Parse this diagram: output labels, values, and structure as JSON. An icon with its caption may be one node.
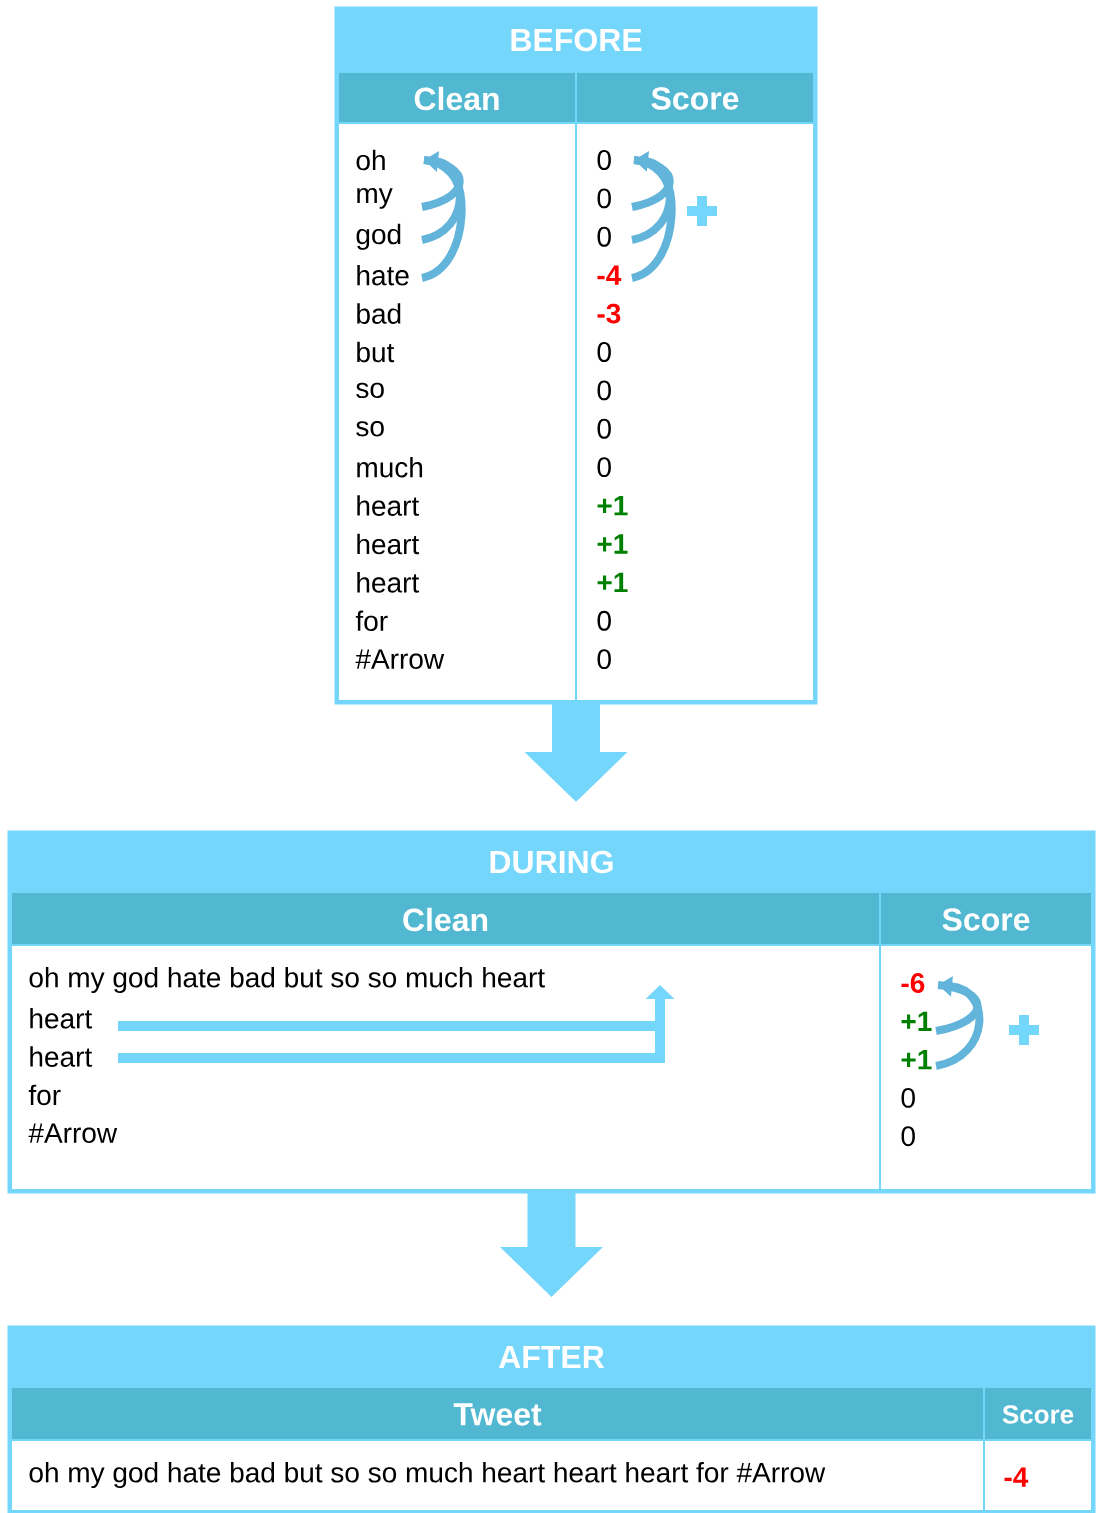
{
  "diagram": {
    "nodes": [
      {
        "text": [
          "BEFORE"
        ]
      },
      {
        "text": [
          "Clean",
          "oh",
          "my",
          "god",
          "hate",
          "bad",
          "but",
          "so",
          "so",
          "much",
          "heart",
          "heart",
          "heart",
          "for",
          "#Arrow"
        ],
        "in": 0
      },
      {
        "text": [
          "Score",
          "0",
          "0",
          "0",
          "-4",
          "-3",
          "0",
          "0",
          "0",
          "0",
          "+1",
          "+1",
          "+1",
          "0",
          "0"
        ],
        "in": 0
      },
      {
        "text": [
          "DURING"
        ]
      },
      {
        "text": [
          "Clean",
          "oh my god hate bad but so so much heart",
          "heart",
          "heart",
          "for",
          "#Arrow"
        ],
        "in": 3
      },
      {
        "text": [
          "Score",
          "-6",
          "+1",
          "+1",
          "0",
          "0"
        ],
        "in": 3
      },
      {
        "text": [
          "AFTER"
        ]
      },
      {
        "text": [
          "Tweet",
          "oh my god hate bad but so so much heart heart heart for #Arrow"
        ],
        "in": 6
      },
      {
        "text": [
          "Score",
          "-4"
        ],
        "in": 6
      }
    ],
    "edges": [
      {
        "from": 0,
        "to": 3,
        "arrow": "to"
      },
      {
        "from": 3,
        "to": 6,
        "arrow": "to"
      }
    ]
  }
}
